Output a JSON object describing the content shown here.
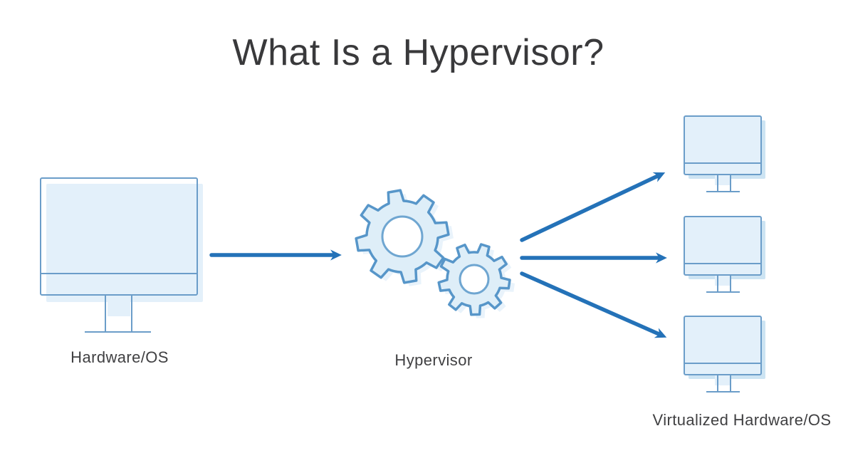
{
  "title": "What Is a Hypervisor?",
  "nodes": {
    "source": {
      "label": "Hardware/OS",
      "icon": "desktop-computer-icon"
    },
    "process": {
      "label": "Hypervisor",
      "icon": "gears-icon"
    },
    "output": {
      "label": "Virtualized Hardware/OS",
      "icon": "desktop-computer-icon",
      "count": 3
    }
  },
  "diagram": {
    "flow": [
      "Hardware/OS",
      "Hypervisor",
      "Virtualized Hardware/OS"
    ],
    "virtual_machine_count": 3,
    "edges": [
      {
        "from": "Hardware/OS",
        "to": "Hypervisor"
      },
      {
        "from": "Hypervisor",
        "to": "Virtualized Hardware/OS #1"
      },
      {
        "from": "Hypervisor",
        "to": "Virtualized Hardware/OS #2"
      },
      {
        "from": "Hypervisor",
        "to": "Virtualized Hardware/OS #3"
      }
    ]
  },
  "colors": {
    "arrow": "#2472B8",
    "monitor_outline": "#6B9DC9",
    "gear_outline": "#5796C9",
    "gear_hole_outline": "#6FA6D1",
    "light_fill": "#E3F0FA",
    "gear_fill": "#DEEEF8",
    "vm_shadow_fill": "#CDE4F3",
    "gear_shadow_fill": "#E9F3FB",
    "title_text": "#39393B",
    "label_text": "#404042"
  }
}
